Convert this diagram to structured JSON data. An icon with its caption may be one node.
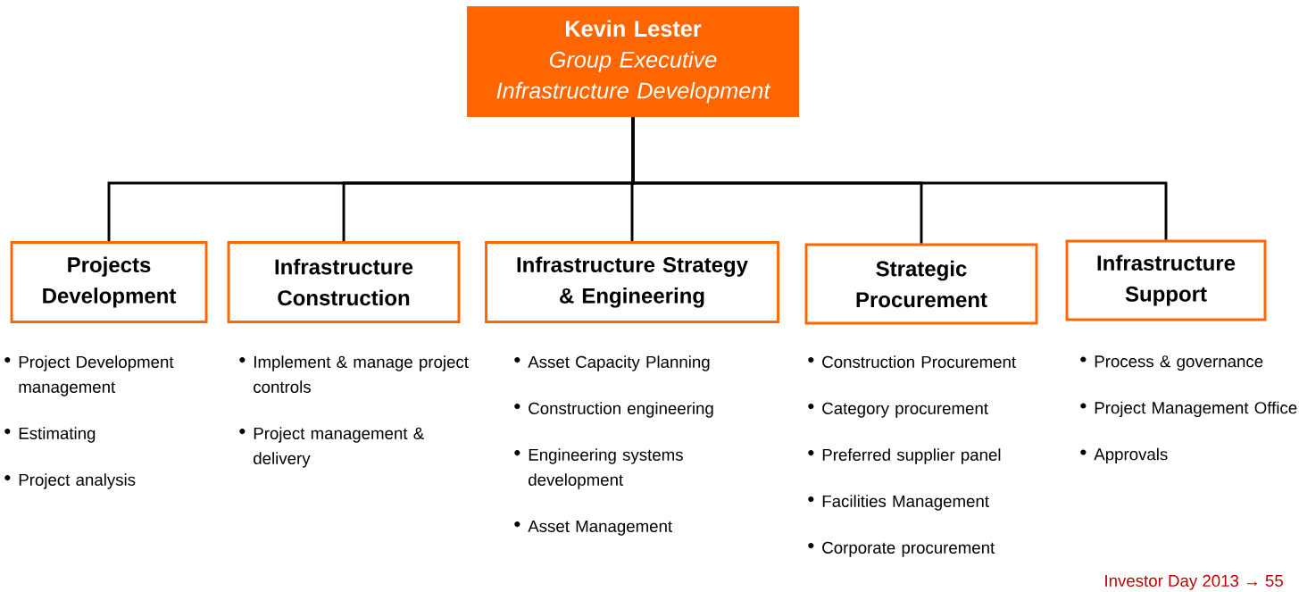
{
  "diagram": {
    "nodes": [
      {
        "text": [
          "Kevin Lester",
          "Group Executive",
          "Infrastructure Development"
        ]
      },
      {
        "text": [
          "Projects Development"
        ],
        "beside": [
          "Project Development management",
          "Estimating",
          "Project analysis"
        ]
      },
      {
        "text": [
          "Infrastructure Construction"
        ],
        "beside": [
          "Implement & manage project controls",
          "Project management & delivery"
        ]
      },
      {
        "text": [
          "Infrastructure Strategy & Engineering"
        ],
        "beside": [
          "Asset Capacity Planning",
          "Construction engineering",
          "Engineering systems development",
          "Asset Management"
        ]
      },
      {
        "text": [
          "Strategic Procurement"
        ],
        "beside": [
          "Construction Procurement",
          "Category procurement",
          "Preferred supplier panel",
          "Facilities Management",
          "Corporate procurement"
        ]
      },
      {
        "text": [
          "Infrastructure Support"
        ],
        "beside": [
          "Process & governance",
          "Project Management Office",
          "Approvals"
        ]
      }
    ],
    "edges": [
      {
        "from": 0,
        "to": 1,
        "arrow": "none"
      },
      {
        "from": 0,
        "to": 2,
        "arrow": "none"
      },
      {
        "from": 0,
        "to": 3,
        "arrow": "none"
      },
      {
        "from": 0,
        "to": 4,
        "arrow": "none"
      },
      {
        "from": 0,
        "to": 5,
        "arrow": "none"
      }
    ],
    "labels": [
      "Investor Day 2013 → 55"
    ]
  }
}
